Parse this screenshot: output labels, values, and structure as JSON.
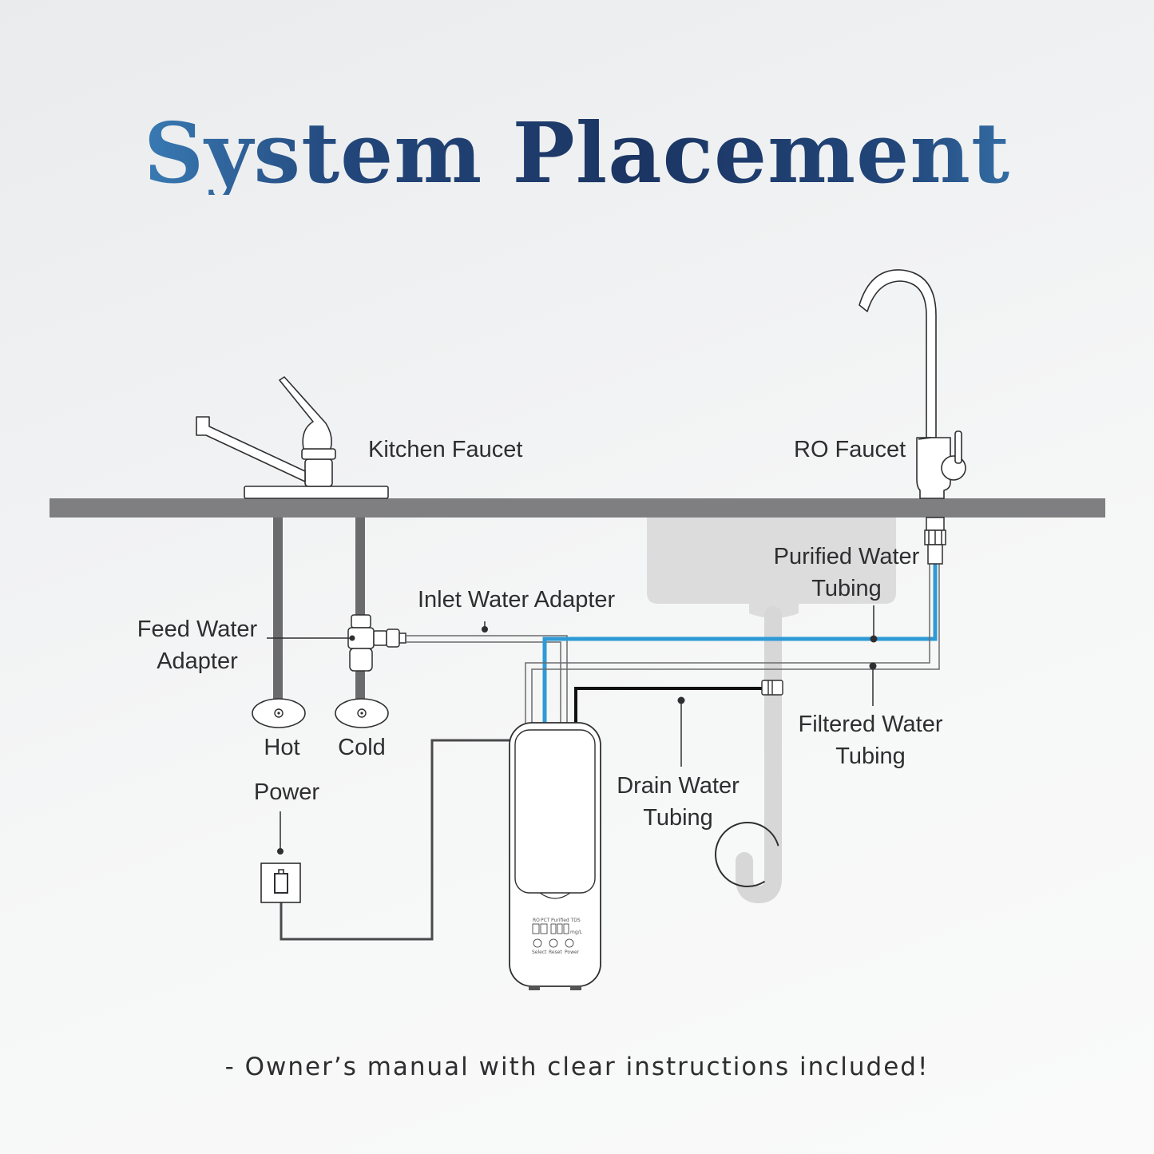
{
  "title": "System Placement",
  "labels": {
    "kitchen_faucet": "Kitchen Faucet",
    "ro_faucet": "RO Faucet",
    "purified_water_tubing": [
      "Purified Water",
      "Tubing"
    ],
    "inlet_water_adapter": "Inlet Water Adapter",
    "feed_water_adapter": [
      "Feed Water",
      "Adapter"
    ],
    "hot": "Hot",
    "cold": "Cold",
    "power": "Power",
    "filtered_water_tubing": [
      "Filtered Water",
      "Tubing"
    ],
    "drain_water_tubing": [
      "Drain Water",
      "Tubing"
    ]
  },
  "panel": {
    "headers": [
      "RO",
      "PCT",
      "Purified TDS"
    ],
    "unit": "mg/L",
    "buttons": [
      "Select",
      "Reset",
      "Power"
    ]
  },
  "colors": {
    "purified_tubing": "#2e9ad6",
    "drain_tubing": "#111111",
    "countertop": "#7f7f82",
    "pipe_gray": "#6b6b6d"
  },
  "footnote": "-  Owner’s manual with clear instructions included!"
}
